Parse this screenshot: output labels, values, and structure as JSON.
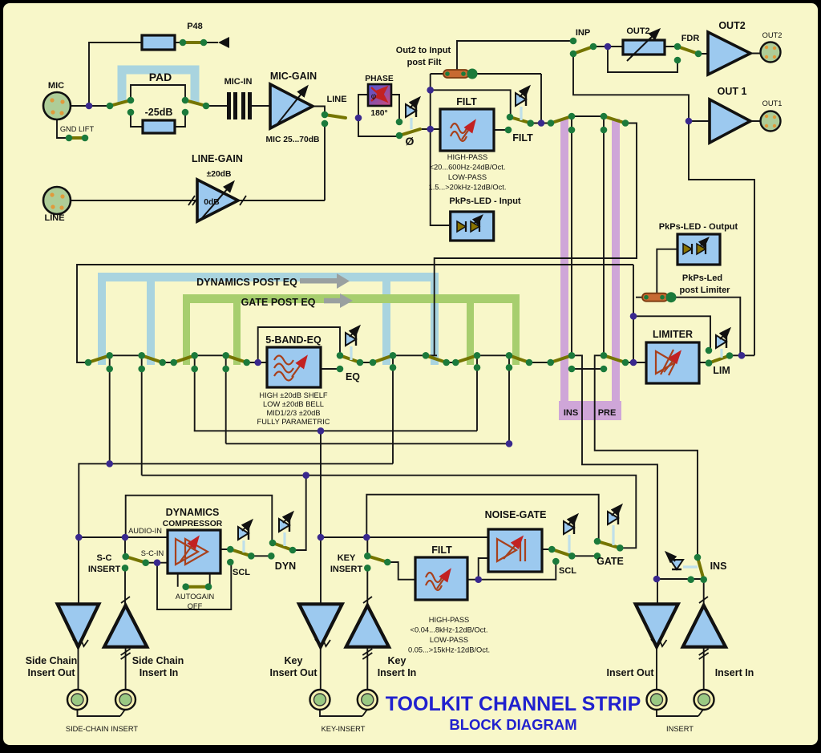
{
  "title": {
    "line1": "TOOLKIT CHANNEL STRIP",
    "line2": "BLOCK DIAGRAM"
  },
  "labels": {
    "mic": "MIC",
    "gnd_lift": "GND LIFT",
    "p48": "P48",
    "pad": "PAD",
    "pad_db": "-25dB",
    "mic_in": "MIC-IN",
    "mic_gain": "MIC-GAIN",
    "mic_range": "MIC 25...70dB",
    "line_sw": "LINE",
    "line_conn": "LINE",
    "line_gain": "LINE-GAIN",
    "line_gain_db": "±20dB",
    "line_gain_0": "0dB",
    "phase": "PHASE",
    "phase_deg": "180°",
    "phase_phi": "φ",
    "phase_sym": "Ø",
    "out2_input_1": "Out2 to Input",
    "out2_input_2": "post Filt",
    "filt": "FILT",
    "filt_sw": "FILT",
    "filt_sub_1": "HIGH-PASS",
    "filt_sub_2": "<20...600Hz-24dB/Oct.",
    "filt_sub_3": "LOW-PASS",
    "filt_sub_4": "1.5...>20kHz-12dB/Oct.",
    "pkps_input": "PkPs-LED - Input",
    "inp": "INP",
    "out2_fader": "OUT2",
    "fdr": "FDR",
    "out2_amp": "OUT2",
    "out2_conn": "OUT2",
    "out1_amp": "OUT 1",
    "out1_conn": "OUT1",
    "pkps_output": "PkPs-LED - Output",
    "pkps_post_1": "PkPs-Led",
    "pkps_post_2": "post Limiter",
    "limiter": "LIMITER",
    "lim": "LIM",
    "ins_col": "INS",
    "pre_col": "PRE",
    "dyn_post_eq": "DYNAMICS POST EQ",
    "gate_post_eq": "GATE POST EQ",
    "eq_block": "5-BAND-EQ",
    "eq_sw": "EQ",
    "eq_sub_1": "HIGH ±20dB SHELF",
    "eq_sub_2": "LOW ±20dB BELL",
    "eq_sub_3": "MID1/2/3 ±20dB",
    "eq_sub_4": "FULLY PARAMETRIC",
    "dynamics_1": "DYNAMICS",
    "dynamics_2": "COMPRESSOR",
    "audio_in": "AUDIO-IN",
    "sc_1": "S-C",
    "sc_2": "INSERT",
    "sc_in": "S-C-IN",
    "autogain_1": "AUTOGAIN",
    "autogain_2": "OFF",
    "scl_dyn": "SCL",
    "dyn": "DYN",
    "key_1": "KEY",
    "key_2": "INSERT",
    "filt2": "FILT",
    "noise_gate": "NOISE-GATE",
    "scl_gate": "SCL",
    "gate": "GATE",
    "filt2_sub_1": "HIGH-PASS",
    "filt2_sub_2": "<0.04...8kHz-12dB/Oct.",
    "filt2_sub_3": "LOW-PASS",
    "filt2_sub_4": "0.05...>15kHz-12dB/Oct.",
    "ins_sw": "INS",
    "sc_out_1": "Side Chain",
    "sc_out_2": "Insert Out",
    "sc_in_1": "Side Chain",
    "sc_in_2": "Insert In",
    "sc_jack": "SIDE-CHAIN INSERT",
    "key_out_1": "Key",
    "key_out_2": "Insert Out",
    "key_in_1": "Key",
    "key_in_2": "Insert In",
    "key_jack": "KEY-INSERT",
    "insert_out": "Insert Out",
    "insert_in": "Insert In",
    "insert_jack": "INSERT"
  },
  "colors": {
    "background": "#F8F7C9",
    "block_fill": "#9CC9EF",
    "band_blue": "#A9D4DF",
    "band_green": "#A7CE6E",
    "band_pink": "#CFA6D8",
    "switch_lever": "#757500",
    "dot_green": "#1B7A3B",
    "dot_purple": "#39288E",
    "jumper_orange": "#C76A32",
    "icon_stroke": "#A8401C",
    "title_blue": "#2121CE",
    "connector_fill": "#AECD97",
    "connector_pins": "#E09A3C",
    "jack_ring": "#F4F0B0",
    "jack_inner": "#9AC983"
  }
}
